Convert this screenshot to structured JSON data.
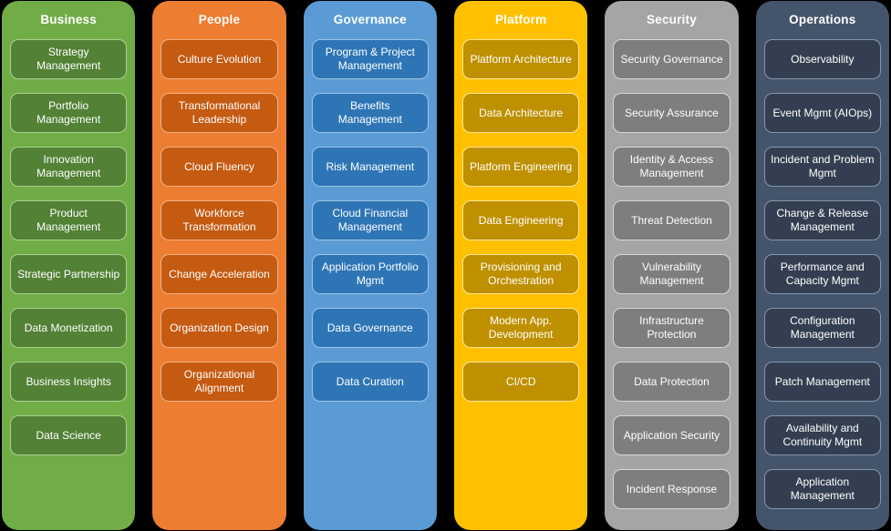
{
  "diagram": {
    "background": "#000000",
    "columns": [
      {
        "id": "business",
        "label": "Business",
        "colors": {
          "bg": "#70AD47",
          "item": "#538135",
          "border": "#A9D18E"
        },
        "items": [
          "Strategy Management",
          "Portfolio Management",
          "Innovation Management",
          "Product Management",
          "Strategic Partnership",
          "Data Monetization",
          "Business Insights",
          "Data Science"
        ]
      },
      {
        "id": "people",
        "label": "People",
        "colors": {
          "bg": "#ED7D31",
          "item": "#C55A11",
          "border": "#F4B183"
        },
        "items": [
          "Culture Evolution",
          "Transformational Leadership",
          "Cloud Fluency",
          "Workforce Transformation",
          "Change Acceleration",
          "Organization Design",
          "Organizational Alignment"
        ]
      },
      {
        "id": "governance",
        "label": "Governance",
        "colors": {
          "bg": "#5B9BD5",
          "item": "#2E75B6",
          "border": "#9DC3E6"
        },
        "items": [
          "Program & Project Management",
          "Benefits Management",
          "Risk Management",
          "Cloud Financial Management",
          "Application Portfolio Mgmt",
          "Data Governance",
          "Data Curation"
        ]
      },
      {
        "id": "platform",
        "label": "Platform",
        "colors": {
          "bg": "#FFC000",
          "item": "#BF9000",
          "border": "#FFE699"
        },
        "items": [
          "Platform Architecture",
          "Data Architecture",
          "Platform Engineering",
          "Data Engineering",
          "Provisioning and Orchestration",
          "Modern App. Development",
          "CI/CD"
        ]
      },
      {
        "id": "security",
        "label": "Security",
        "colors": {
          "bg": "#A5A5A5",
          "item": "#7E7E7E",
          "border": "#D6D6D6"
        },
        "items": [
          "Security Governance",
          "Security Assurance",
          "Identity & Access Management",
          "Threat Detection",
          "Vulnerability Management",
          "Infrastructure Protection",
          "Data Protection",
          "Application Security",
          "Incident Response"
        ]
      },
      {
        "id": "operations",
        "label": "Operations",
        "colors": {
          "bg": "#44546A",
          "item": "#333F50",
          "border": "#8497B0"
        },
        "items": [
          "Observability",
          "Event Mgmt (AIOps)",
          "Incident and Problem Mgmt",
          "Change & Release Management",
          "Performance and Capacity Mgmt",
          "Configuration Management",
          "Patch Management",
          "Availability and Continuity Mgmt",
          "Application Management"
        ]
      }
    ]
  }
}
